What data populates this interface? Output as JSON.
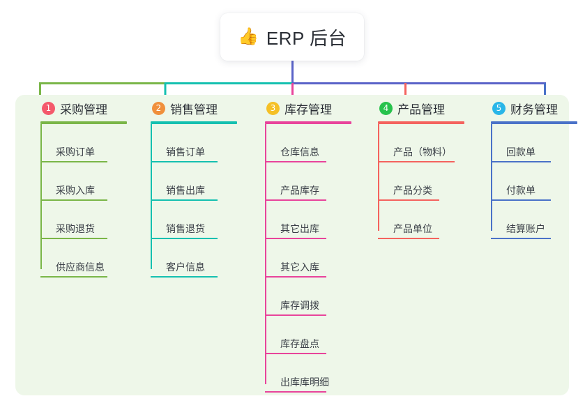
{
  "root": {
    "icon": "thumbs-up-icon",
    "icon_glyph": "👍",
    "title": "ERP 后台"
  },
  "panel": {
    "background_color": "#eef7e9"
  },
  "connector_colors": {
    "stem": "#5a63c8",
    "bus_left": "#7ab648",
    "bus_mid": "#15c0b0",
    "bus_right": "#5a63c8"
  },
  "columns": [
    {
      "index": "1",
      "badge_color": "#f4596b",
      "line_color": "#7ab648",
      "title": "采购管理",
      "items": [
        {
          "label": "采购订单"
        },
        {
          "label": "采购入库"
        },
        {
          "label": "采购退货"
        },
        {
          "label": "供应商信息"
        }
      ]
    },
    {
      "index": "2",
      "badge_color": "#f0903c",
      "line_color": "#15c0b0",
      "title": "销售管理",
      "items": [
        {
          "label": "销售订单"
        },
        {
          "label": "销售出库"
        },
        {
          "label": "销售退货"
        },
        {
          "label": "客户信息"
        }
      ]
    },
    {
      "index": "3",
      "badge_color": "#f5c026",
      "line_color": "#e8449b",
      "title": "库存管理",
      "items": [
        {
          "label": "仓库信息"
        },
        {
          "label": "产品库存"
        },
        {
          "label": "其它出库"
        },
        {
          "label": "其它入库"
        },
        {
          "label": "库存调拨"
        },
        {
          "label": "库存盘点"
        },
        {
          "label": "出库库明细"
        }
      ]
    },
    {
      "index": "4",
      "badge_color": "#27c24c",
      "line_color": "#f4635e",
      "title": "产品管理",
      "items": [
        {
          "label": "产品（物料）"
        },
        {
          "label": "产品分类"
        },
        {
          "label": "产品单位"
        }
      ]
    },
    {
      "index": "5",
      "badge_color": "#29b6e8",
      "line_color": "#4a72c8",
      "title": "财务管理",
      "items": [
        {
          "label": "回款单"
        },
        {
          "label": "付款单"
        },
        {
          "label": "结算账户"
        }
      ]
    }
  ]
}
